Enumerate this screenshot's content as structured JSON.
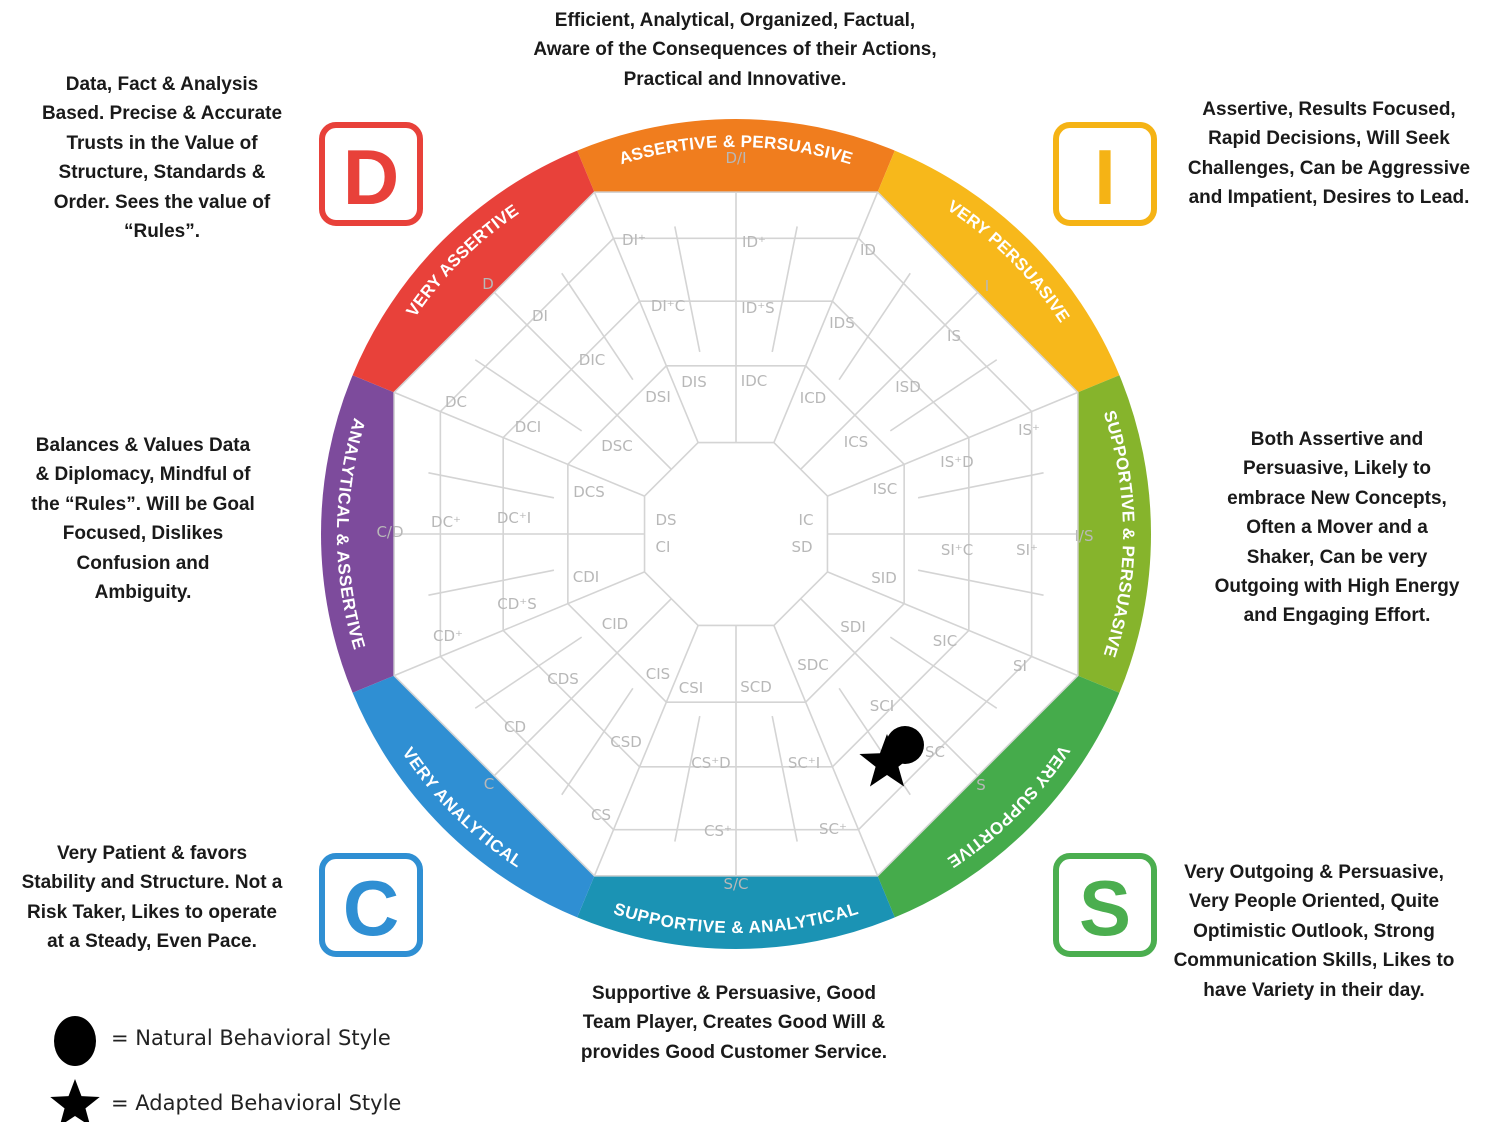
{
  "descriptions": {
    "top": "Efficient, Analytical, Organized, Factual,\nAware of the Consequences of their Actions,\nPractical and Innovative.",
    "d": "Data, Fact & Analysis\nBased.  Precise & Accurate\nTrusts in the Value of\nStructure, Standards &\nOrder. Sees the value of\n“Rules”.",
    "i": "Assertive, Results Focused,\nRapid Decisions, Will Seek\nChallenges, Can be Aggressive\nand Impatient, Desires to Lead.",
    "left": "Balances & Values Data\n& Diplomacy, Mindful of\nthe “Rules”. Will be Goal\nFocused, Dislikes\nConfusion and\nAmbiguity.",
    "right": "Both Assertive and\nPersuasive, Likely to\nembrace New Concepts,\nOften a Mover and a\nShaker, Can be very\nOutgoing with High Energy\nand Engaging Effort.",
    "c": "Very Patient & favors\nStability and Structure.  Not a\nRisk Taker, Likes to operate\nat a Steady, Even Pace.",
    "s": "Very Outgoing & Persuasive,\nVery People Oriented, Quite\nOptimistic Outlook, Strong\nCommunication Skills, Likes to\nhave Variety in their day.",
    "bottom": "Supportive & Persuasive, Good\nTeam Player, Creates Good Will &\nprovides Good Customer Service."
  },
  "badges": [
    {
      "letter": "D",
      "color": "#e8413a"
    },
    {
      "letter": "I",
      "color": "#f5b315"
    },
    {
      "letter": "C",
      "color": "#2f8fd3"
    },
    {
      "letter": "S",
      "color": "#4bae4f"
    }
  ],
  "ring": [
    {
      "label": "ASSERTIVE & PERSUASIVE",
      "color": "#f07d1e"
    },
    {
      "label": "VERY PERSUASIVE",
      "color": "#f7b81b"
    },
    {
      "label": "SUPPORTIVE & PERSUASIVE",
      "color": "#86b42c"
    },
    {
      "label": "VERY SUPPORTIVE",
      "color": "#45ab4b"
    },
    {
      "label": "SUPPORTIVE & ANALYTICAL",
      "color": "#1b93b4"
    },
    {
      "label": "VERY ANALYTICAL",
      "color": "#2f8fd3"
    },
    {
      "label": "ANALYTICAL & ASSERTIVE",
      "color": "#7d4b9c"
    },
    {
      "label": "VERY ASSERTIVE",
      "color": "#e8413a"
    }
  ],
  "cell_labels": [
    "D/I",
    "DI⁺",
    "ID⁺",
    "ID",
    "I",
    "D",
    "DI",
    "DI⁺C",
    "ID⁺S",
    "IDS",
    "IS",
    "DIC",
    "DIS",
    "IDC",
    "ICD",
    "ISD",
    "DSI",
    "DC",
    "DCI",
    "DSC",
    "ICS",
    "IS⁺",
    "IS⁺D",
    "ISC",
    "DCS",
    "C/D",
    "DC⁺",
    "DC⁺I",
    "DS",
    "CI",
    "IC",
    "SD",
    "SI⁺C",
    "SI⁺",
    "I/S",
    "CDI",
    "SID",
    "CD⁺S",
    "CD⁺",
    "CID",
    "SDI",
    "SIC",
    "SI",
    "SDC",
    "CDS",
    "CIS",
    "CSI",
    "SCD",
    "SCI",
    "CD",
    "SC",
    "CSD",
    "C",
    "S",
    "CS⁺D",
    "SC⁺I",
    "CS",
    "CS⁺",
    "SC⁺",
    "S/C"
  ],
  "legend": {
    "natural": "= Natural Behavioral Style",
    "adapted": "= Adapted Behavioral Style"
  }
}
